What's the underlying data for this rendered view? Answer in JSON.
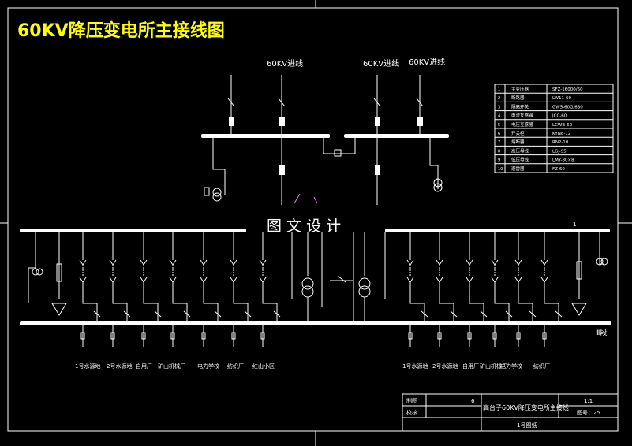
{
  "title": "60KV降压变电所主接线图",
  "watermark": "图 文 设 计",
  "incoming_labels": [
    "60KV进线",
    "60KV进线",
    "60KV进线"
  ],
  "bus_right_label": "Ⅱ段",
  "bus_side_label": "1",
  "feeder_labels": [
    "1号水源地",
    "2号水源地",
    "自用厂",
    "矿山机械厂",
    "电力学校",
    "纺织厂",
    "红山小区",
    "1号水源地",
    "2号水源地",
    "自用厂",
    "矿山机械厂",
    "电力学校",
    "纺织厂"
  ],
  "device_table": {
    "rows": [
      [
        "1",
        "主变压器",
        "SFZ-16000/60"
      ],
      [
        "2",
        "断路器",
        "LW11-60"
      ],
      [
        "3",
        "隔离开关",
        "GW5-60G/630"
      ],
      [
        "4",
        "电流互感器",
        "JCC-60"
      ],
      [
        "5",
        "电压互感器",
        "LCWB-60"
      ],
      [
        "6",
        "开关柜",
        "KYN8-12"
      ],
      [
        "7",
        "熔断器",
        "RN2-10"
      ],
      [
        "8",
        "高压母线",
        "LGJ-95"
      ],
      [
        "9",
        "低压母线",
        "LMY-80×8"
      ],
      [
        "10",
        "避雷器",
        "FZ-60"
      ]
    ]
  },
  "title_block": {
    "drawn_label": "制图",
    "checked_label": "校核",
    "sheet_no": "6",
    "drawing_title": "高台子60KV降压变电所主接线",
    "scale": "1:1",
    "drawing_no": "图号：25",
    "footer": "1号图纸"
  }
}
